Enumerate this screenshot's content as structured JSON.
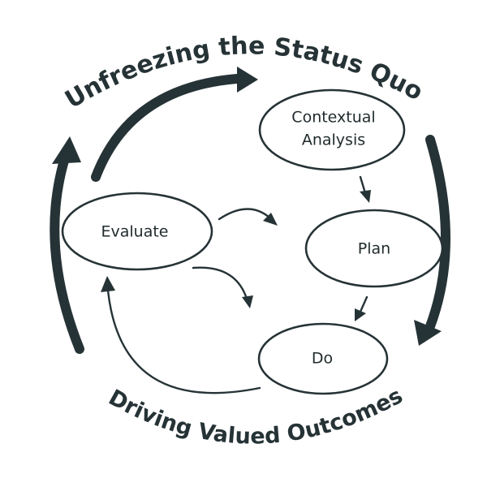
{
  "diagram": {
    "top_title": "Unfreezing the Status Quo",
    "bottom_title": "Driving Valued Outcomes",
    "nodes": {
      "contextual_analysis": {
        "line1": "Contextual",
        "line2": "Analysis"
      },
      "plan": {
        "label": "Plan"
      },
      "do": {
        "label": "Do"
      },
      "evaluate": {
        "label": "Evaluate"
      }
    }
  },
  "colors": {
    "ink": "#263336",
    "background": "#ffffff"
  }
}
